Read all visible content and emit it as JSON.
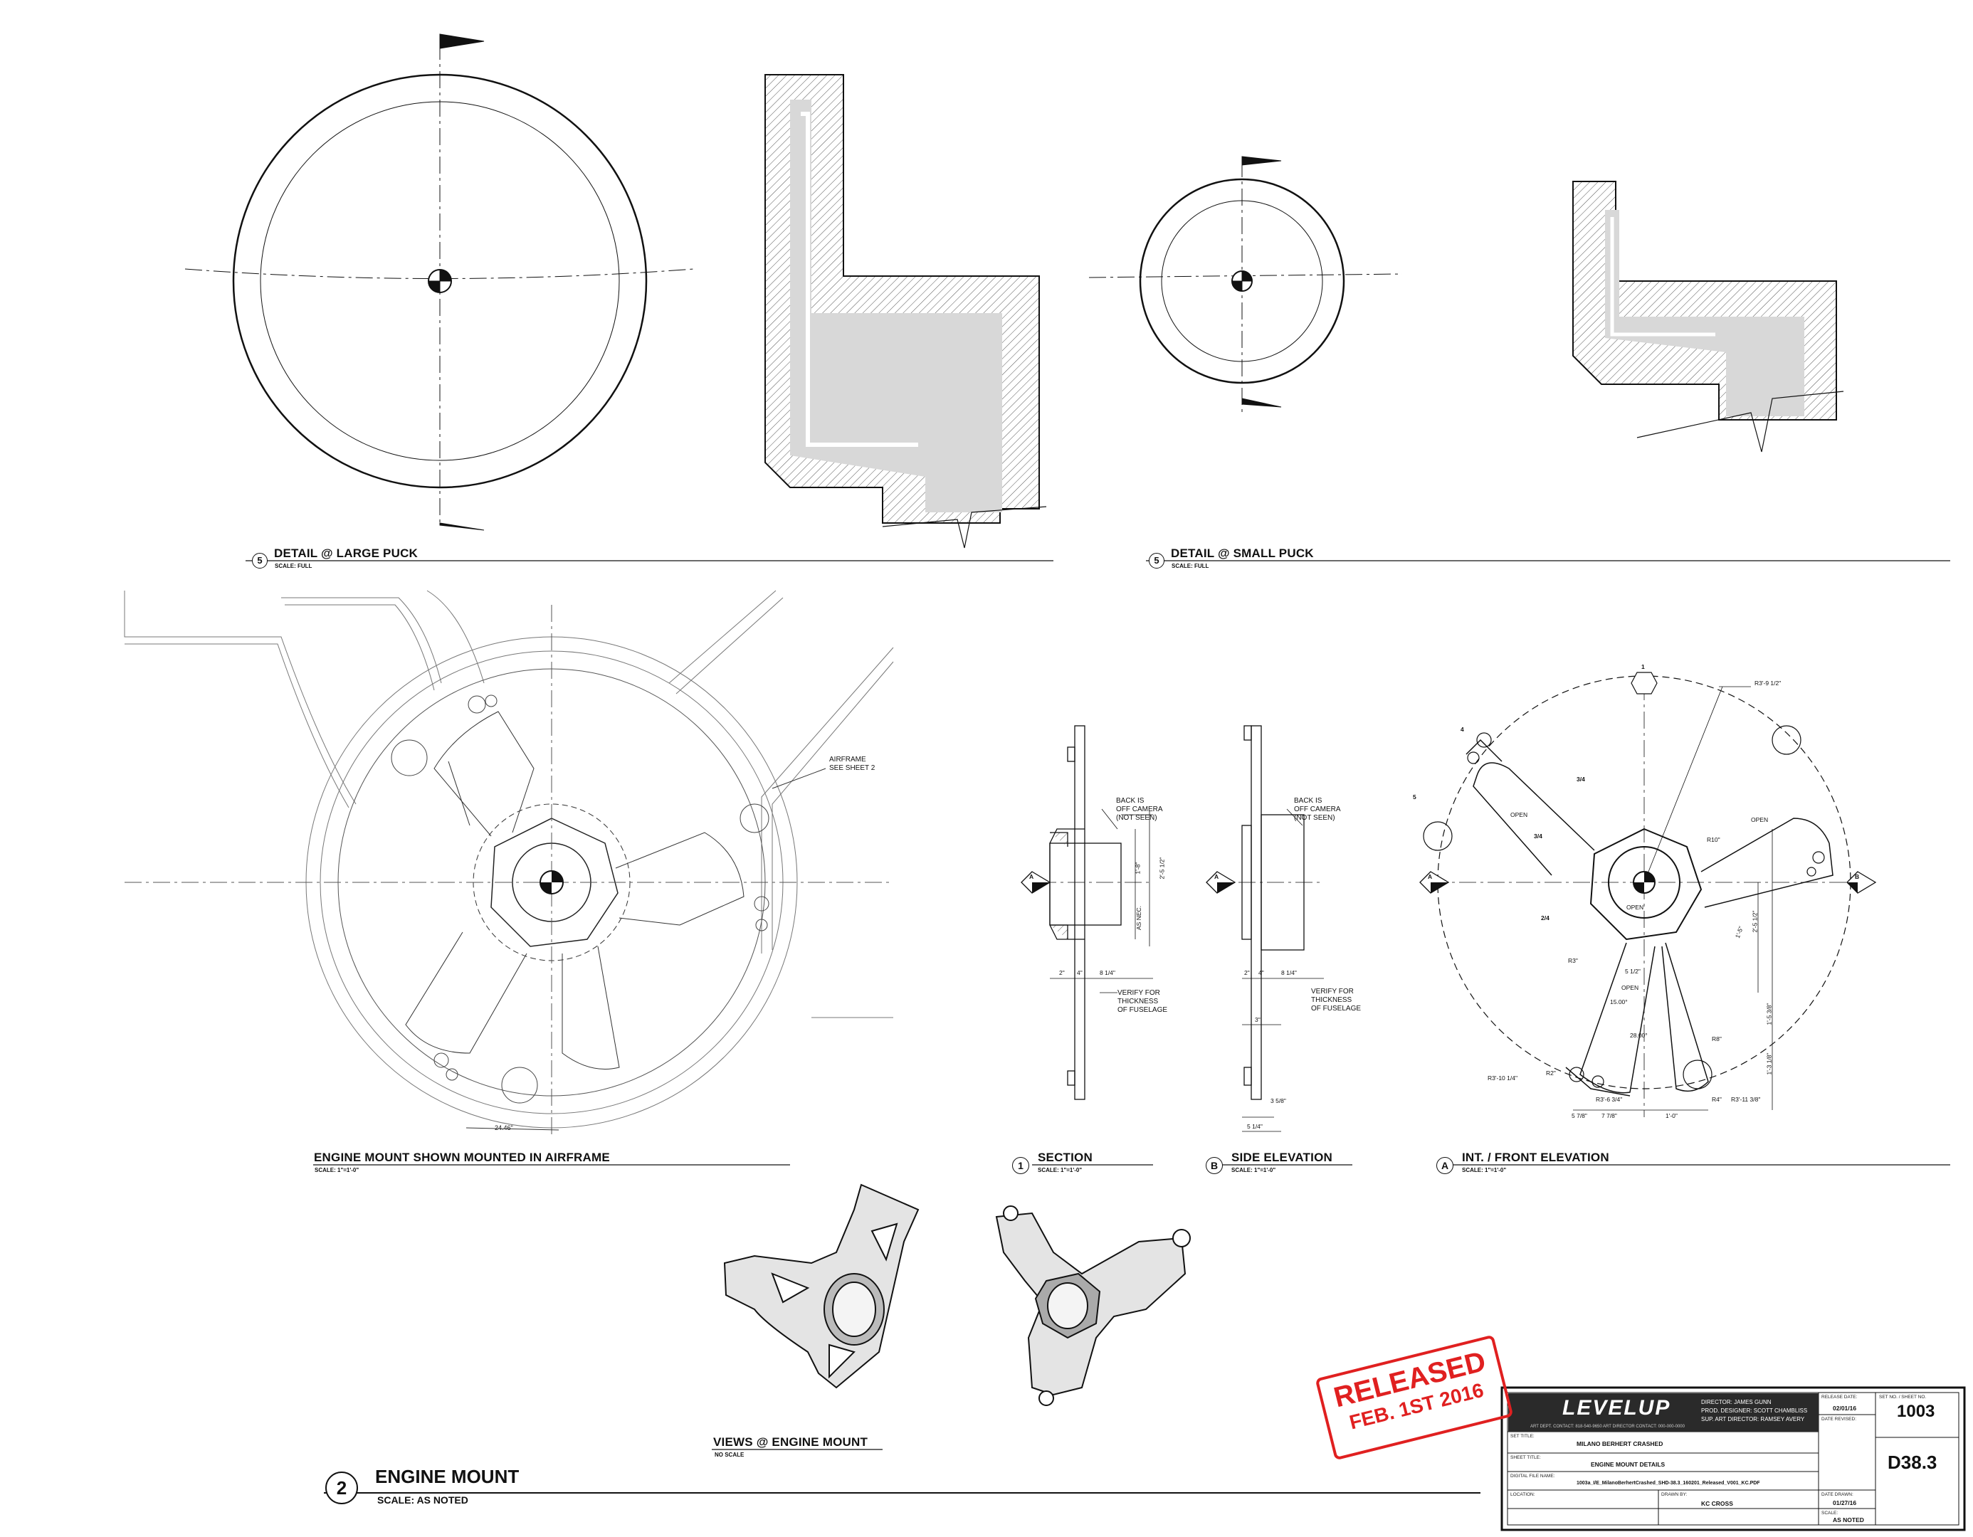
{
  "views": {
    "large_puck": {
      "num": "5",
      "title": "DETAIL @ LARGE PUCK",
      "scale": "SCALE: FULL"
    },
    "small_puck": {
      "num": "5",
      "title": "DETAIL @ SMALL PUCK",
      "scale": "SCALE: FULL"
    },
    "airframe": {
      "title": "ENGINE MOUNT SHOWN MOUNTED IN AIRFRAME",
      "scale": "SCALE: 1\"=1'-0\""
    },
    "section": {
      "num": "1",
      "title": "SECTION",
      "scale": "SCALE: 1\"=1'-0\""
    },
    "side": {
      "num": "B",
      "title": "SIDE ELEVATION",
      "scale": "SCALE: 1\"=1'-0\""
    },
    "front": {
      "num": "A",
      "title": "INT. / FRONT ELEVATION",
      "scale": "SCALE: 1\"=1'-0\""
    },
    "views_mount": {
      "title": "VIEWS @ ENGINE MOUNT",
      "scale": "NO SCALE"
    },
    "main": {
      "num": "2",
      "title": "ENGINE MOUNT",
      "scale": "SCALE: AS NOTED"
    }
  },
  "annotations": {
    "airframe_note": "AIRFRAME\nSEE SHEET 2",
    "airframe_dim": "24.46\"",
    "back_off_camera": "BACK IS\nOFF CAMERA\n(NOT SEEN)",
    "verify_thickness": "VERIFY FOR\nTHICKNESS\nOF FUSELAGE",
    "section_dims": [
      "2\"",
      "4\"",
      "8 1/4\"",
      "2'-5 1/2\"",
      "1'-8\"",
      "AS NEC."
    ],
    "side_dims": [
      "2\"",
      "4\"",
      "8 1/4\"",
      "3\"",
      "3 5/8\"",
      "5 1/4\""
    ],
    "front_dims": [
      "R3'-9 1/2\"",
      "R10\"",
      "2'-5 1/2\"",
      "1'-5\"",
      "1'-5 3/8\"",
      "1'-3 1/8\"",
      "R3\"",
      "5 1/2\"",
      "15.00°",
      "R8\"",
      "R3'-10 1/4\"",
      "R2\"",
      "R3'-6 3/4\"",
      "R4\"",
      "R3'-11 3/8\"",
      "5 7/8\"",
      "7 7/8\"",
      "1'-0\"",
      "28.00°"
    ],
    "open": "OPEN",
    "section_marker": "1",
    "section_mark_a": "A",
    "section_mark_b": "B",
    "view_tags": [
      "4",
      "5",
      "3/4",
      "3/4",
      "2/4"
    ]
  },
  "stamp": {
    "line1": "RELEASED",
    "line2": "FEB. 1ST 2016"
  },
  "title_block": {
    "logo": "LEVELUP",
    "art_dept": "ART DEPT. CONTACT: 818-540-9650  ART DIRECTOR CONTACT: 000-000-0000",
    "director": "DIRECTOR: JAMES GUNN",
    "prod_designer": "PROD. DESIGNER: SCOTT CHAMBLISS",
    "sup_art_director": "SUP. ART DIRECTOR: RAMSEY AVERY",
    "release_date_label": "RELEASE DATE:",
    "release_date": "02/01/16",
    "date_revised_label": "DATE REVISED:",
    "set_no_label": "SET NO. / SHEET NO.",
    "set_no": "1003",
    "set_title_label": "SET TITLE:",
    "set_title": "MILANO BERHERT CRASHED",
    "sheet_title_label": "SHEET TITLE:",
    "sheet_title": "ENGINE MOUNT DETAILS",
    "file_label": "DIGITAL FILE NAME:",
    "file": "1003a_I/E_MilanoBerhertCrashed_SHD-38.3_160201_Released_V001_KC.PDF",
    "date_drawn_label": "DATE DRAWN:",
    "date_drawn": "01/27/16",
    "location_label": "LOCATION:",
    "drawn_by_label": "DRAWN BY:",
    "drawn_by": "KC CROSS",
    "scale_label": "SCALE:",
    "scale": "AS NOTED",
    "sheet_no": "D38.3"
  }
}
